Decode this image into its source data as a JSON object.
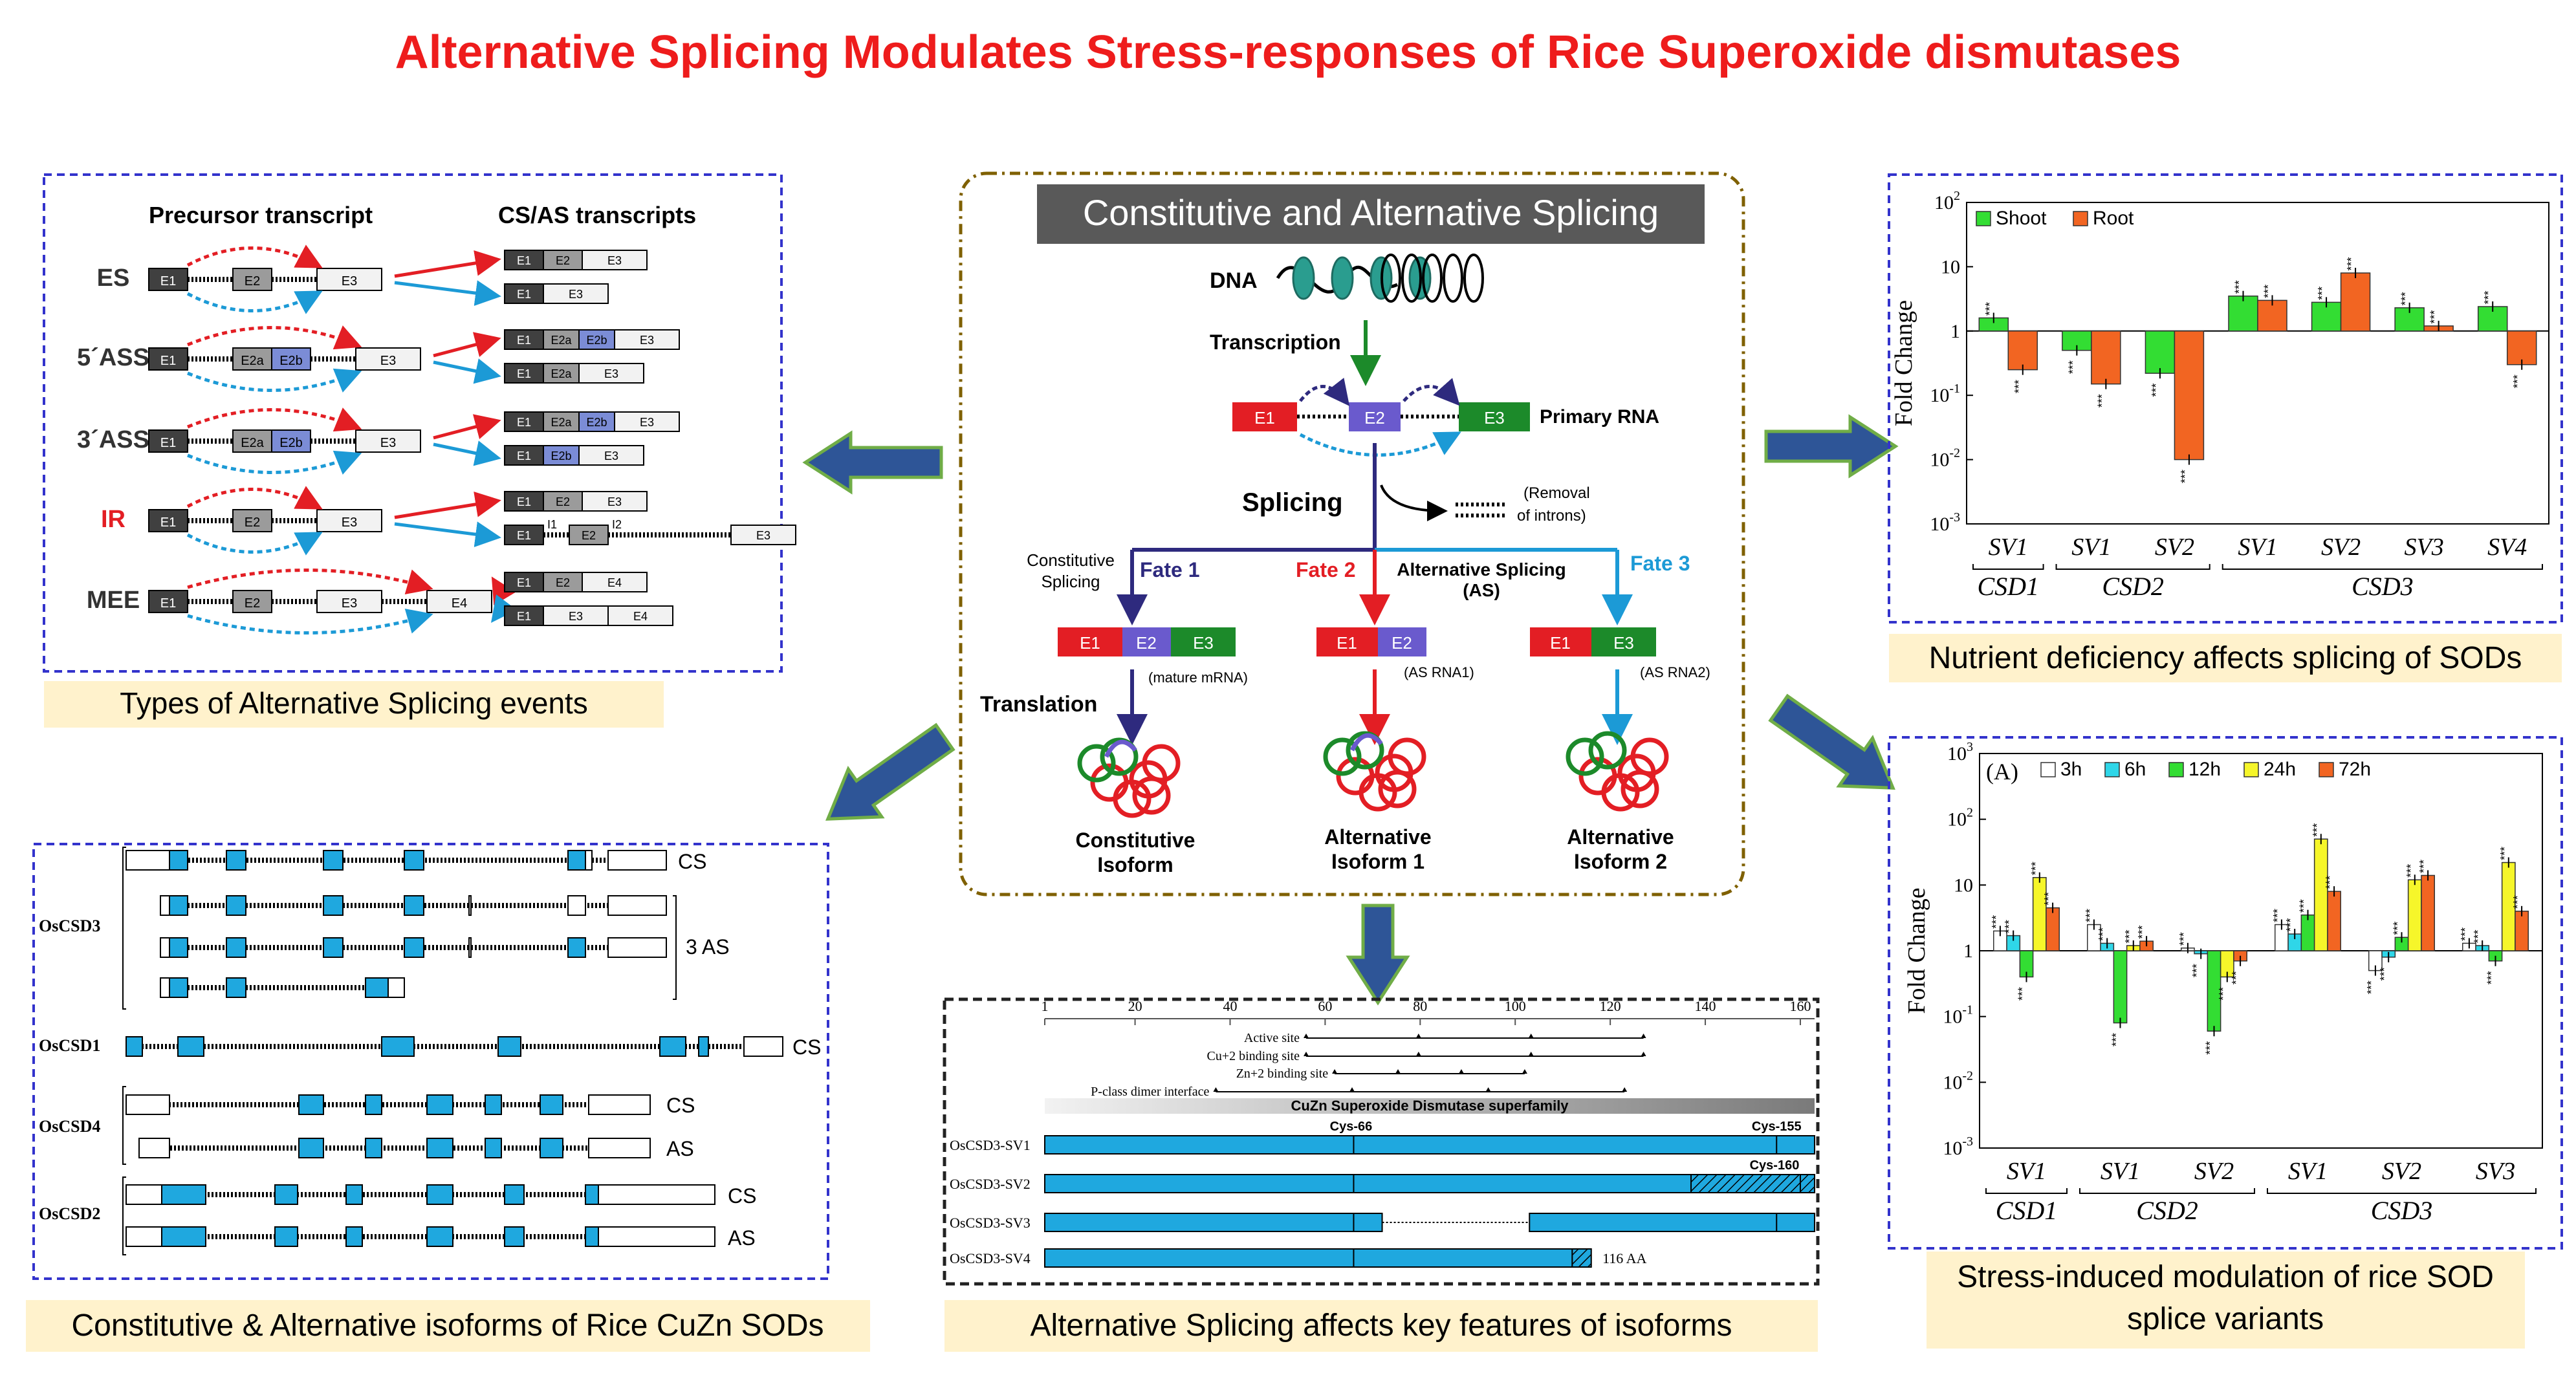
{
  "title": "Alternative Splicing Modulates Stress-responses of Rice Superoxide dismutases",
  "colors": {
    "title": "#ee1c1c",
    "caption_bg": "#fff2cc",
    "panel_border": "#3333cc",
    "center_border": "#7f6000",
    "arrow_fill": "#2e5597",
    "arrow_stroke": "#70ad47",
    "exon_blue": "#1fa8df",
    "shoot": "#33dd33",
    "root": "#f26522"
  },
  "panel_as_types": {
    "header_left": "Precursor transcript",
    "header_right": "CS/AS transcripts",
    "rows": [
      {
        "label": "ES",
        "exons": [
          "E1",
          "E2",
          "E3"
        ],
        "out1": [
          "E1",
          "E2",
          "E3"
        ],
        "out2": [
          "E1",
          "E3"
        ]
      },
      {
        "label": "5´ASS",
        "exons": [
          "E1",
          "E2a",
          "E2b",
          "E3"
        ],
        "out1": [
          "E1",
          "E2a",
          "E2b",
          "E3"
        ],
        "out2": [
          "E1",
          "E2a",
          "E3"
        ]
      },
      {
        "label": "3´ASS",
        "exons": [
          "E1",
          "E2a",
          "E2b",
          "E3"
        ],
        "out1": [
          "E1",
          "E2a",
          "E2b",
          "E3"
        ],
        "out2": [
          "E1",
          "E2b",
          "E3"
        ]
      },
      {
        "label": "IR",
        "exons": [
          "E1",
          "E2",
          "E3"
        ],
        "introns": [
          "I1",
          "I2"
        ],
        "out1": [
          "E1",
          "E2",
          "E3"
        ],
        "out2": [
          "E1",
          "I1",
          "E2",
          "I2",
          "E3"
        ]
      },
      {
        "label": "MEE",
        "exons": [
          "E1",
          "E2",
          "E3",
          "E4"
        ],
        "out1": [
          "E1",
          "E2",
          "E4"
        ],
        "out2": [
          "E1",
          "E3",
          "E4"
        ]
      }
    ],
    "caption": "Types of Alternative Splicing events"
  },
  "center": {
    "header": "Constitutive and Alternative Splicing",
    "dna": "DNA",
    "transcription": "Transcription",
    "primary_rna": "Primary RNA",
    "exons": [
      "E1",
      "E2",
      "E3"
    ],
    "splicing": "Splicing",
    "removal": "(Removal of introns)",
    "constitutive": "Constitutive Splicing",
    "alternative": "Alternative Splicing (AS)",
    "fate1": "Fate 1",
    "fate2": "Fate 2",
    "fate3": "Fate 3",
    "mature": "(mature mRNA)",
    "as1": "(AS RNA1)",
    "as2": "(AS RNA2)",
    "translation": "Translation",
    "iso1": "Constitutive Isoform",
    "iso2": "Alternative Isoform 1",
    "iso3": "Alternative Isoform 2"
  },
  "panel_isoforms": {
    "genes": [
      "OsCSD3",
      "OsCSD1",
      "OsCSD4",
      "OsCSD2"
    ],
    "labels": {
      "cs": "CS",
      "as3": "3 AS",
      "as": "AS"
    },
    "caption": "Constitutive & Alternative isoforms of Rice CuZn SODs"
  },
  "panel_features": {
    "ticks": [
      "1",
      "20",
      "40",
      "60",
      "80",
      "100",
      "120",
      "140",
      "160"
    ],
    "features": [
      "Active site",
      "Cu+2 binding site",
      "Zn+2 binding site",
      "P-class dimer interface"
    ],
    "superfamily": "CuZn Superoxide Dismutase superfamily",
    "variants": [
      "OsCSD3-SV1",
      "OsCSD3-SV2",
      "OsCSD3-SV3",
      "OsCSD3-SV4"
    ],
    "cys": [
      "Cys-66",
      "Cys-155",
      "Cys-160"
    ],
    "sv4_len": "116 AA",
    "caption": "Alternative Splicing affects key features of isoforms"
  },
  "chart_data": [
    {
      "type": "bar",
      "ylabel": "Fold Change",
      "scale": "log",
      "ylim": [
        0.001,
        100
      ],
      "yticks": [
        "10-3",
        "10-2",
        "10-1",
        "1",
        "10",
        "102"
      ],
      "legend": [
        "Shoot",
        "Root"
      ],
      "categories": [
        "SV1",
        "SV1",
        "SV2",
        "SV1",
        "SV2",
        "SV3",
        "SV4"
      ],
      "groups": [
        {
          "name": "CSD1",
          "span": 1
        },
        {
          "name": "CSD2",
          "span": 2
        },
        {
          "name": "CSD3",
          "span": 4
        }
      ],
      "series": [
        {
          "name": "Shoot",
          "values": [
            1.6,
            0.5,
            0.22,
            3.5,
            2.8,
            2.3,
            2.4
          ]
        },
        {
          "name": "Root",
          "values": [
            0.25,
            0.15,
            0.01,
            3.0,
            8.0,
            1.2,
            0.3
          ]
        }
      ],
      "caption": "Nutrient deficiency affects splicing of SODs"
    },
    {
      "type": "bar",
      "panel_label": "(A)",
      "ylabel": "Fold Change",
      "scale": "log",
      "ylim": [
        0.001,
        1000
      ],
      "yticks": [
        "10-3",
        "10-2",
        "10-1",
        "1",
        "10",
        "102",
        "103"
      ],
      "legend": [
        "3h",
        "6h",
        "12h",
        "24h",
        "72h"
      ],
      "categories": [
        "SV1",
        "SV1",
        "SV2",
        "SV1",
        "SV2",
        "SV3"
      ],
      "groups": [
        {
          "name": "CSD1",
          "span": 1
        },
        {
          "name": "CSD2",
          "span": 2
        },
        {
          "name": "CSD3",
          "span": 3
        }
      ],
      "series": [
        {
          "name": "3h",
          "values": [
            2.0,
            2.5,
            1.1,
            2.5,
            0.5,
            1.3
          ]
        },
        {
          "name": "6h",
          "values": [
            1.7,
            1.3,
            0.9,
            1.8,
            0.8,
            1.2
          ]
        },
        {
          "name": "12h",
          "values": [
            0.4,
            0.08,
            0.06,
            3.5,
            1.6,
            0.7
          ]
        },
        {
          "name": "24h",
          "values": [
            13,
            1.2,
            0.4,
            50,
            12,
            22
          ]
        },
        {
          "name": "72h",
          "values": [
            4.5,
            1.4,
            0.7,
            8.0,
            14,
            4.0
          ]
        }
      ],
      "caption": "Stress-induced modulation of rice SOD splice  variants"
    }
  ]
}
